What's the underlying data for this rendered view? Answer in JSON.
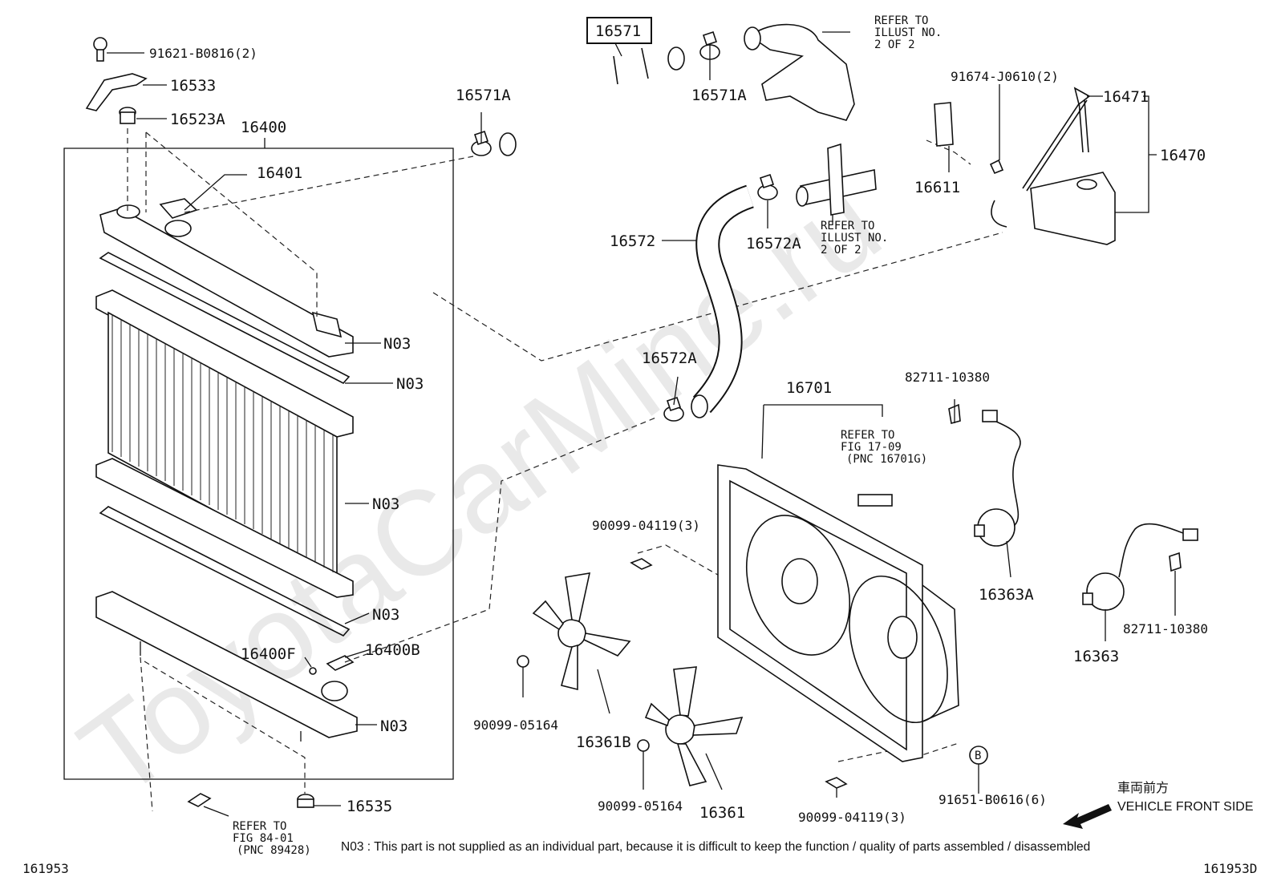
{
  "watermark": "ToyotaCarMine.ru",
  "header_box": "16571",
  "callouts": {
    "p91621": "91621-B0816(2)",
    "p16533": "16533",
    "p16523A": "16523A",
    "p16400": "16400",
    "p16401": "16401",
    "p16571A_left": "16571A",
    "p16571A_right": "16571A",
    "p16572": "16572",
    "p16572A_top": "16572A",
    "p16572A_bot": "16572A",
    "p91674": "91674-J0610(2)",
    "p16471": "16471",
    "p16470": "16470",
    "p16611": "16611",
    "n03_1": "N03",
    "n03_2": "N03",
    "n03_3": "N03",
    "n03_4": "N03",
    "n03_5": "N03",
    "p16400F": "16400F",
    "p16400B": "16400B",
    "p16535": "16535",
    "p16701": "16701",
    "p82711_top": "82711-10380",
    "p82711_bot": "82711-10380",
    "p16363A": "16363A",
    "p16363": "16363",
    "p90099_04119_top": "90099-04119(3)",
    "p90099_04119_bot": "90099-04119(3)",
    "p90099_05164_left": "90099-05164",
    "p90099_05164_mid": "90099-05164",
    "p16361B": "16361B",
    "p16361": "16361",
    "p91651": "91651-B0616(6)",
    "circle_b": "B"
  },
  "refer_notes": {
    "illust_top": [
      "REFER TO",
      "ILLUST NO.",
      "2 OF 2"
    ],
    "illust_mid": [
      "REFER TO",
      "ILLUST NO.",
      "2 OF 2"
    ],
    "fig_17_09": [
      "REFER TO",
      "FIG 17-09",
      "(PNC 16701G)"
    ],
    "fig_84_01": [
      "REFER TO",
      "FIG 84-01",
      "(PNC 89428)"
    ]
  },
  "vehicle_front_jp": "車両前方",
  "vehicle_front": "VEHICLE FRONT SIDE",
  "footnote": "N03 : This part is not supplied as an individual part, because it is difficult to keep the function / quality of parts assembled / disassembled",
  "fig_id_left": "161953",
  "fig_id_right": "161953D"
}
